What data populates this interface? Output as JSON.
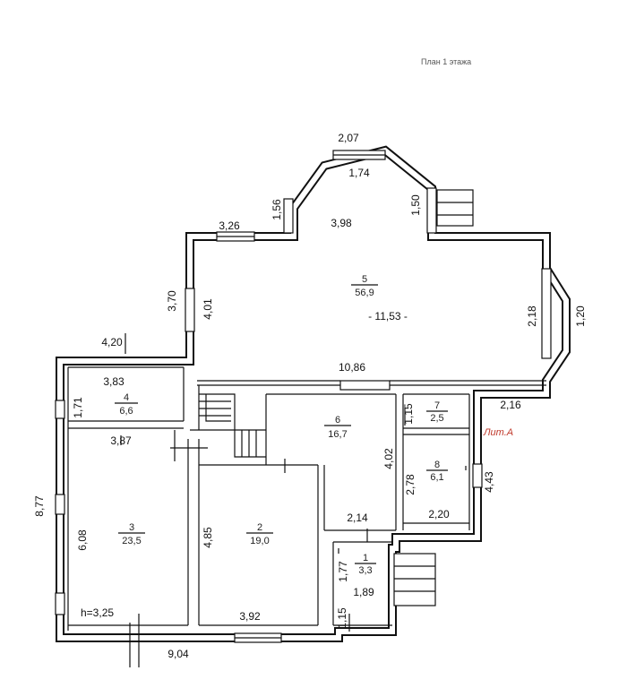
{
  "plan_title": "План 1 этажа",
  "label_lit": "Лит.А",
  "height_label": "h=3,25",
  "rooms": [
    {
      "num": "5",
      "area": "56,9"
    },
    {
      "num": "4",
      "area": "6,6"
    },
    {
      "num": "6",
      "area": "16,7"
    },
    {
      "num": "7",
      "area": "2,5"
    },
    {
      "num": "8",
      "area": "6,1"
    },
    {
      "num": "3",
      "area": "23,5"
    },
    {
      "num": "2",
      "area": "19,0"
    },
    {
      "num": "1",
      "area": "3,3"
    }
  ],
  "dimensions": [
    "2,07",
    "1,74",
    "1,56",
    "1,50",
    "3,98",
    "3,26",
    "3,70",
    "4,01",
    "- 11,53 -",
    "2,18",
    "1,20",
    "4,20",
    "3,83",
    "10,86",
    "1,71",
    "2,16",
    "1,15",
    "3,87",
    "4,02",
    "2,78",
    "4,43",
    "8,77",
    "6,08",
    "4,85",
    "2,14",
    "2,20",
    "1,77",
    "1,89",
    "1,15",
    "3,92",
    "9,04"
  ]
}
